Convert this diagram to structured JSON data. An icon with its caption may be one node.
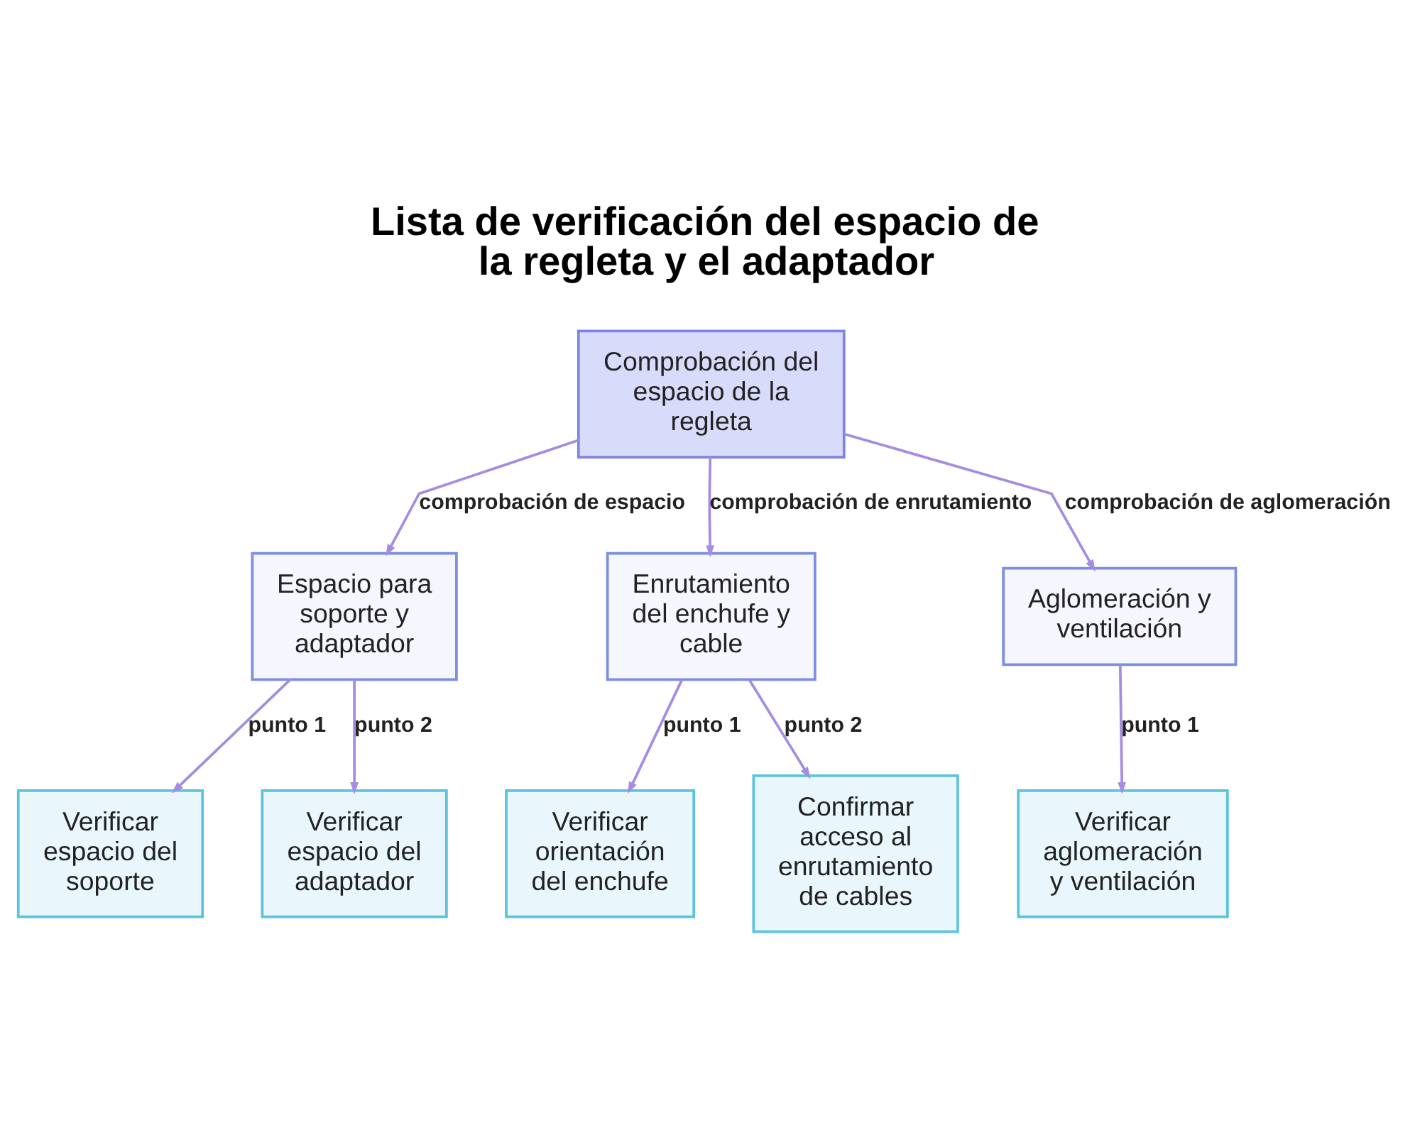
{
  "diagram": {
    "title": "Lista de verificación del espacio de la regleta y el adaptador",
    "nodes": [
      {
        "text": [
          "Comprobación del espacio de la regleta"
        ]
      },
      {
        "text": [
          "Espacio para soporte y adaptador"
        ]
      },
      {
        "text": [
          "Enrutamiento del enchufe y cable"
        ]
      },
      {
        "text": [
          "Aglomeración y ventilación"
        ]
      },
      {
        "text": [
          "Verificar espacio del soporte"
        ]
      },
      {
        "text": [
          "Verificar espacio del adaptador"
        ]
      },
      {
        "text": [
          "Verificar orientación del enchufe"
        ]
      },
      {
        "text": [
          "Confirmar acceso al enrutamiento de cables"
        ]
      },
      {
        "text": [
          "Verificar aglomeración y ventilación"
        ]
      }
    ],
    "edges": [
      {
        "from": 0,
        "to": 1,
        "arrow": "to",
        "label": "comprobación de espacio"
      },
      {
        "from": 0,
        "to": 2,
        "arrow": "to",
        "label": "comprobación de enrutamiento"
      },
      {
        "from": 0,
        "to": 3,
        "arrow": "to",
        "label": "comprobación de aglomeración"
      },
      {
        "from": 1,
        "to": 4,
        "arrow": "to",
        "label": "punto 1"
      },
      {
        "from": 1,
        "to": 5,
        "arrow": "to",
        "label": "punto 2"
      },
      {
        "from": 2,
        "to": 6,
        "arrow": "to",
        "label": "punto 1"
      },
      {
        "from": 2,
        "to": 7,
        "arrow": "to",
        "label": "punto 2"
      },
      {
        "from": 3,
        "to": 8,
        "arrow": "to",
        "label": "punto 1"
      }
    ]
  }
}
